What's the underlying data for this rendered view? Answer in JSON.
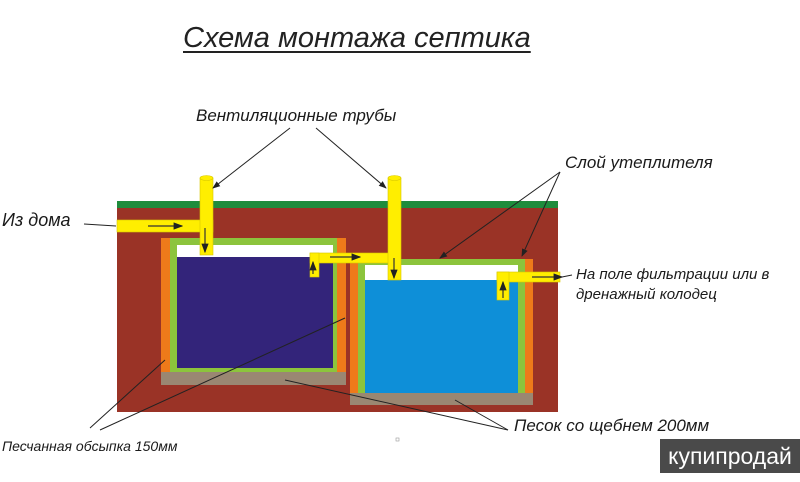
{
  "title": "Схема монтажа септика",
  "labels": {
    "vent_pipes": "Вентиляционные трубы",
    "from_house": "Из дома",
    "insulation": "Слой утеплителя",
    "outlet_line1": "На поле фильтрации или в",
    "outlet_line2": "дренажный колодец",
    "sand_fill": "Песчанная обсыпка 150мм",
    "sand_gravel": "Песок со щебнем 200мм"
  },
  "watermark": "купипродай",
  "colors": {
    "soil": "#9a3326",
    "grass": "#1e8c3c",
    "pipe": "#ffee00",
    "tank1_water": "#33247a",
    "tank2_water": "#0e8fd8",
    "insulation": "#8cc43c",
    "sand": "#ee7a1a",
    "gravel_base": "#9a8772"
  }
}
